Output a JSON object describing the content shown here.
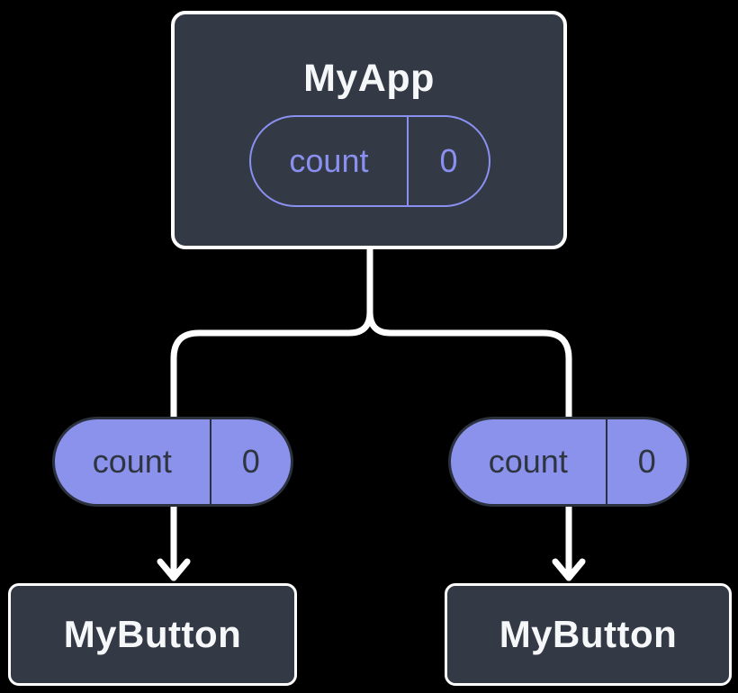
{
  "background": "#000000",
  "colors": {
    "node_fill": "#333a46",
    "node_border": "#ffffff",
    "state_pill_outline": "#8a90f0",
    "prop_pill_fill": "#8b92ec",
    "prop_pill_outline": "#2b313d",
    "dark_text": "#2e3440",
    "light_text": "#f6f7f9",
    "connector_line": "#ffffff"
  },
  "diagram": {
    "root": {
      "title": "MyApp",
      "state_pill": {
        "label": "count",
        "value": "0"
      }
    },
    "children": [
      {
        "title": "MyButton",
        "prop_pill": {
          "label": "count",
          "value": "0"
        }
      },
      {
        "title": "MyButton",
        "prop_pill": {
          "label": "count",
          "value": "0"
        }
      }
    ]
  }
}
